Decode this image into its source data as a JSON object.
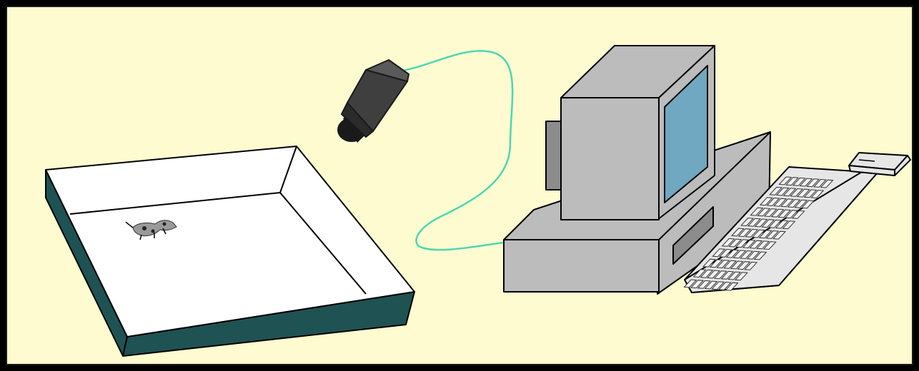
{
  "scene": {
    "title": "",
    "components": [
      "arena",
      "animal",
      "camera",
      "cable",
      "computer",
      "monitor",
      "keyboard",
      "mouse"
    ]
  },
  "colors": {
    "background": "#fffbd0",
    "frame": "#000000",
    "arena_floor": "#ffffff",
    "arena_wall": "#1e5253",
    "outline": "#000000",
    "computer_gray": "#bcbcbc",
    "computer_dark": "#8c8c8c",
    "screen": "#6fa8c0",
    "cable": "#4fd6b4",
    "camera_body": "#3f3f3f",
    "camera_dark": "#1a1a1a"
  }
}
